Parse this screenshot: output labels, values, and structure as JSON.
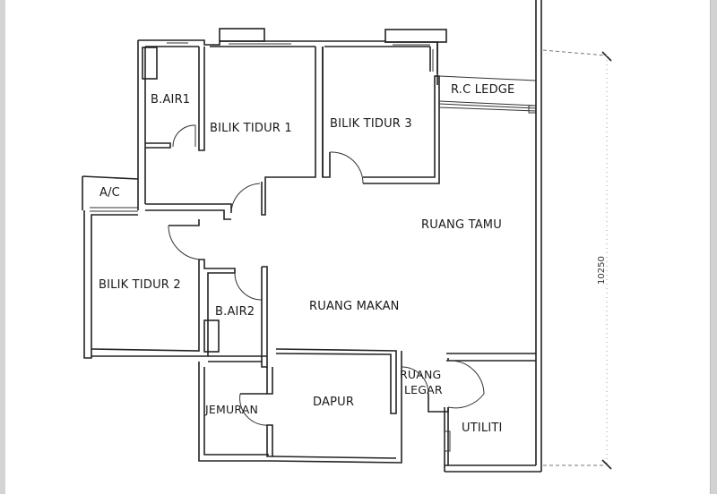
{
  "floor_plan": {
    "rooms": [
      {
        "id": "b-air-1",
        "label": "B.AIR1"
      },
      {
        "id": "bilik-tidur-1",
        "label": "BILIK TIDUR 1"
      },
      {
        "id": "bilik-tidur-3",
        "label": "BILIK TIDUR 3"
      },
      {
        "id": "rc-ledge",
        "label": "R.C LEDGE"
      },
      {
        "id": "ac",
        "label": "A/C"
      },
      {
        "id": "ruang-tamu",
        "label": "RUANG TAMU"
      },
      {
        "id": "bilik-tidur-2",
        "label": "BILIK TIDUR 2"
      },
      {
        "id": "b-air-2",
        "label": "B.AIR2"
      },
      {
        "id": "ruang-makan",
        "label": "RUANG MAKAN"
      },
      {
        "id": "jemuran",
        "label": "JEMURAN"
      },
      {
        "id": "dapur",
        "label": "DAPUR"
      },
      {
        "id": "ruang-legar-line1",
        "label": "RUANG"
      },
      {
        "id": "ruang-legar-line2",
        "label": "LEGAR"
      },
      {
        "id": "utiliti",
        "label": "UTILITI"
      }
    ],
    "dimension": {
      "value": "10250",
      "orientation": "vertical"
    },
    "colors": {
      "wall": "#222222",
      "background": "#ffffff",
      "edge": "#d4d4d4"
    }
  }
}
